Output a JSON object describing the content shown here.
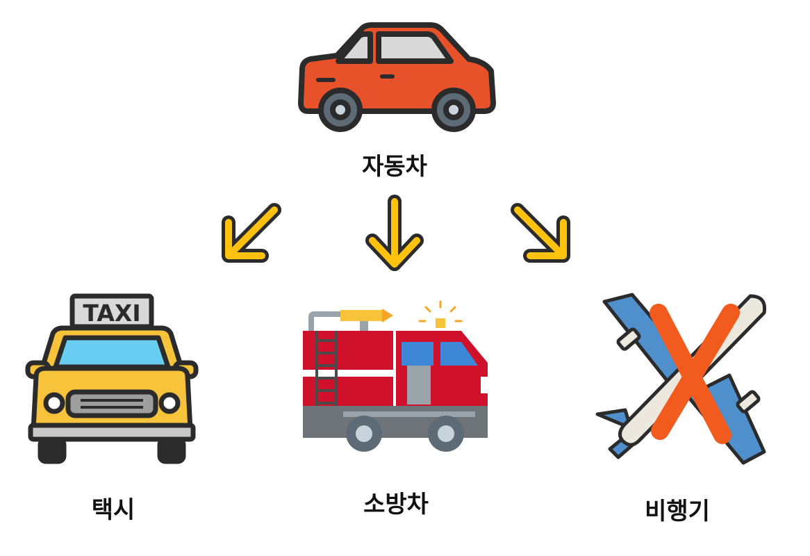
{
  "nodes": {
    "root": {
      "label": "자동차",
      "icon": "car-icon"
    },
    "left": {
      "label": "택시",
      "icon": "taxi-icon",
      "sign_text": "TAXI"
    },
    "center": {
      "label": "소방차",
      "icon": "fire-truck-icon"
    },
    "right": {
      "label": "비행기",
      "icon": "airplane-icon",
      "crossed_out": true
    }
  },
  "arrows": [
    "arrow-down-left-icon",
    "arrow-down-icon",
    "arrow-down-right-icon"
  ],
  "colors": {
    "outline": "#2b2b2b",
    "car_body": "#e8522a",
    "taxi_body": "#f7c33b",
    "truck_red": "#d0112b",
    "plane_blue": "#4f8fcc",
    "arrow_yellow": "#ffc20e",
    "cross_orange": "#f25b1e",
    "window_blue": "#69cdf2"
  }
}
